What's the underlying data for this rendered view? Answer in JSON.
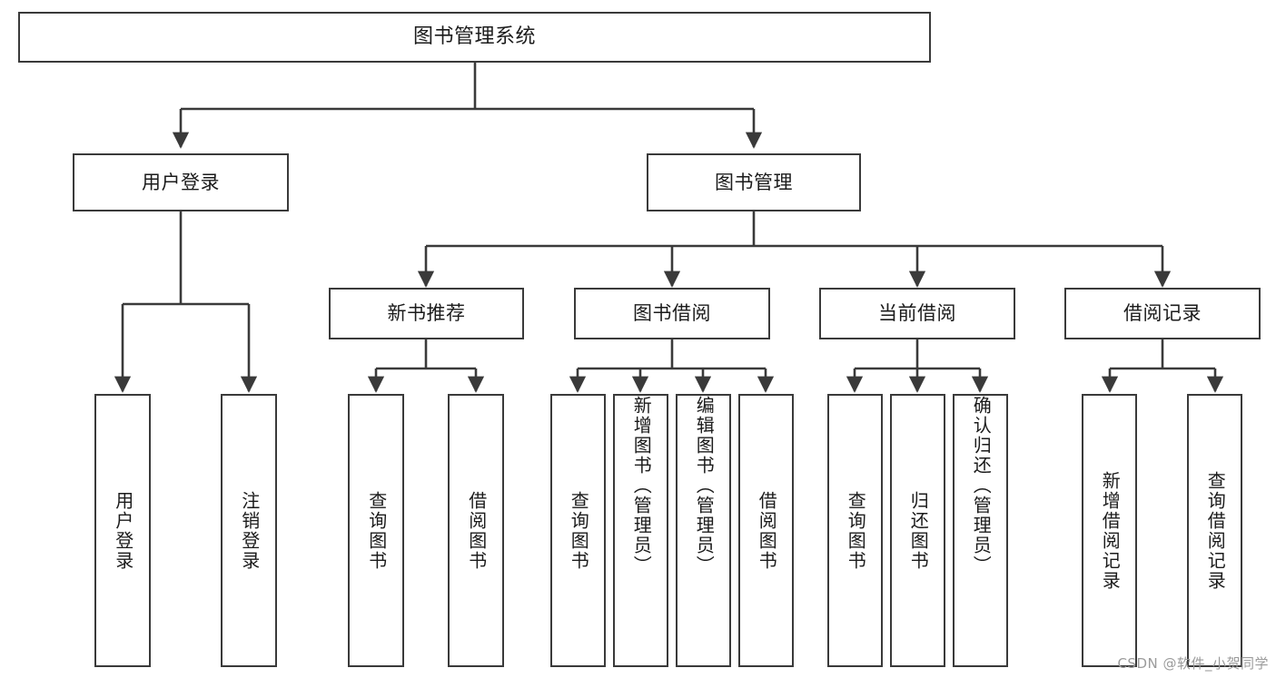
{
  "diagram": {
    "title": "图书管理系统",
    "type": "tree-hierarchy-diagram",
    "watermark": "CSDN @软件_小贺同学",
    "colors": {
      "background": "#ffffff",
      "border": "#3a3a3a",
      "text": "#1b1b1b",
      "edge": "#3a3a3a",
      "watermark": "#9b9b9b"
    },
    "root": {
      "label": "图书管理系统"
    },
    "level2": [
      {
        "label": "用户登录"
      },
      {
        "label": "图书管理"
      }
    ],
    "level3": [
      {
        "label": "新书推荐"
      },
      {
        "label": "图书借阅"
      },
      {
        "label": "当前借阅"
      },
      {
        "label": "借阅记录"
      }
    ],
    "leaves": {
      "user_login": [
        {
          "label": "用户登录"
        },
        {
          "label": "注销登录"
        }
      ],
      "new_book_recommend": [
        {
          "label": "查询图书"
        },
        {
          "label": "借阅图书"
        }
      ],
      "book_borrow": [
        {
          "label": "查询图书"
        },
        {
          "label": "新增图书（管理员）"
        },
        {
          "label": "编辑图书（管理员）"
        },
        {
          "label": "借阅图书"
        }
      ],
      "current_borrow": [
        {
          "label": "查询图书"
        },
        {
          "label": "归还图书"
        },
        {
          "label": "确认归还（管理员）"
        }
      ],
      "borrow_record": [
        {
          "label": "新增借阅记录"
        },
        {
          "label": "查询借阅记录"
        }
      ]
    }
  }
}
